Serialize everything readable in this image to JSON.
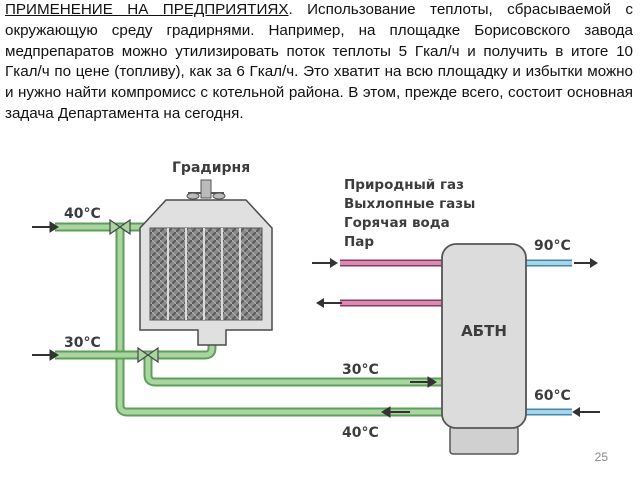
{
  "paragraph": {
    "heading": "ПРИМЕНЕНИЕ НА ПРЕДПРИЯТИЯХ",
    "body": ". Использование теплоты, сбрасываемой с окружающую среду градирнями. Например, на площадке Борисовского завода медпрепаратов можно утилизировать поток теплоты 5 Гкал/ч и получить в итоге 10 Гкал/ч по цене (топливу), как за 6 Гкал/ч. Это хватит на всю площадку и избытки можно и нужно найти компромисс с котельной района. В этом, прежде всего, состоит основная задача Департамента на сегодня."
  },
  "diagram": {
    "cooling_tower_label": "Градирня",
    "abtn_label": "АБТН",
    "inputs": [
      "Природный газ",
      "Выхлопные газы",
      "Горячая вода",
      "Пар"
    ],
    "temps": {
      "in_top": "40°С",
      "in_mid": "30°С",
      "mid_pipe": "30°С",
      "bottom_pipe": "40°С",
      "out_top": "90°С",
      "out_bottom": "60°С"
    },
    "colors": {
      "green_pipe": "#a8d5a0",
      "green_edge": "#5f9e5a",
      "pink_pipe": "#d98ab0",
      "blue_pipe": "#a9d4e8",
      "unit_fill": "#dcdcdc",
      "unit_edge": "#555555"
    }
  },
  "page_number": "25"
}
